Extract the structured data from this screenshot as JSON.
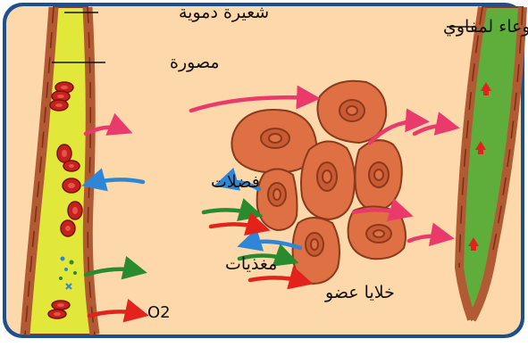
{
  "labels": {
    "capillary": "شعيرة دموية",
    "red_cell": "مصورة",
    "lymph_vessel": "وعاء لمفاوي",
    "waste": "فضلات",
    "nutrients": "مغذيات",
    "organ_cells": "خلايا عضو",
    "oxygen": "O2"
  },
  "colors": {
    "background": "#fdd8ab",
    "frame_outer": "#1d4f8c",
    "capillary_fill": "#e2e83a",
    "vessel_wall": "#b25a34",
    "red_cells": "#c4221e",
    "lymph_fill": "#5fae3c",
    "organ_cell": "#de7044",
    "organ_nucleus": "#c95a32",
    "arrow_pink": "#ea3a6c",
    "arrow_blue": "#2f86d6",
    "arrow_green": "#2a8a2e",
    "arrow_red": "#e3221c"
  },
  "icons": [
    "arrow-icon",
    "red-blood-cell-icon",
    "organ-cell-icon",
    "upward-flow-icon"
  ]
}
